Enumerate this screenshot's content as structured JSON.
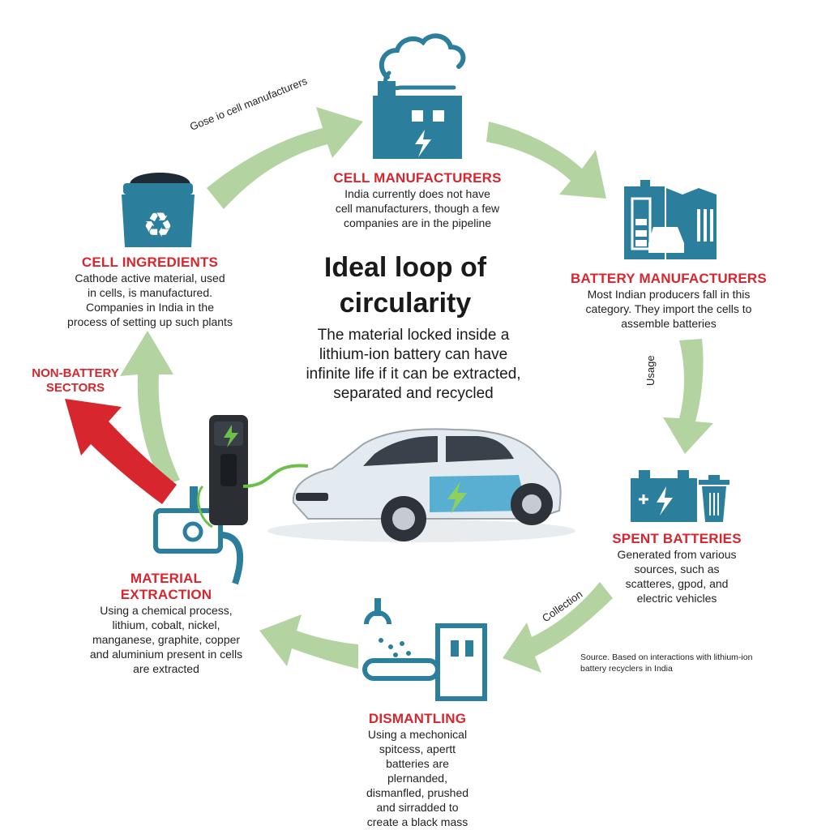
{
  "diagram": {
    "title_line1": "Ideal loop of",
    "title_line2": "circularity",
    "subtitle_lines": [
      "The material locked inside a",
      "lithium-ion battery can have",
      "infinite life if it can be extracted,",
      "separated and recycled"
    ]
  },
  "stages": {
    "cell_manufacturers": {
      "title": "CELL MANUFACTURERS",
      "desc": [
        "India currently does not have",
        "cell manufacturers, though a few",
        "companies are in the pipeline"
      ],
      "icon": "factory-icon"
    },
    "battery_manufacturers": {
      "title": "BATTERY MANUFACTURERS",
      "desc": [
        "Most Indian producers fall in this",
        "category. They import the cells to",
        "assemble batteries"
      ],
      "icon": "battery-car-building-icon"
    },
    "spent_batteries": {
      "title": "SPENT BATTERIES",
      "desc": [
        "Generated from various",
        "sources, such as",
        "scatteres, gpod, and",
        "electric vehicles"
      ],
      "icon": "battery-trash-icon"
    },
    "dismantling": {
      "title": "DISMANTLING",
      "desc": [
        "Using a mechonical",
        "spitcess, apertt",
        "batteries are",
        "plernanded,",
        "dismanfled, prushed",
        "and sirradded to",
        "create a black mass"
      ],
      "icon": "crusher-conveyor-icon"
    },
    "material_extraction": {
      "title_line1": "MATERIAL",
      "title_line2": "EXTRACTION",
      "desc": [
        "Using a chemical process,",
        "lithium, cobalt, nickel,",
        "manganese, graphite, copper",
        "and aluminium present in cells",
        "are extracted"
      ],
      "icon": "extraction-machine-icon"
    },
    "cell_ingredients": {
      "title": "CELL INGREDIENTS",
      "desc": [
        "Cathode active material, used",
        "in cells, is manufactured.",
        "Companies in India in the",
        "process of setting up such plants"
      ],
      "icon": "recycle-sack-icon"
    }
  },
  "arrow_labels": {
    "to_cell_manufacturers": "Gose io cell manufacturers",
    "usage": "Usage",
    "collection": "Collection"
  },
  "non_battery": {
    "line1": "NON-BATTERY",
    "line2": "SECTORS"
  },
  "source_note": {
    "line1": "Source. Based on interactions with lithium-ion",
    "line2": "battery recyclers in India"
  },
  "colors": {
    "accent_red": "#d7262e",
    "icon_teal": "#2b7f9c",
    "arrow_green": "#b3d3a1",
    "charger_green": "#6cc04a"
  }
}
